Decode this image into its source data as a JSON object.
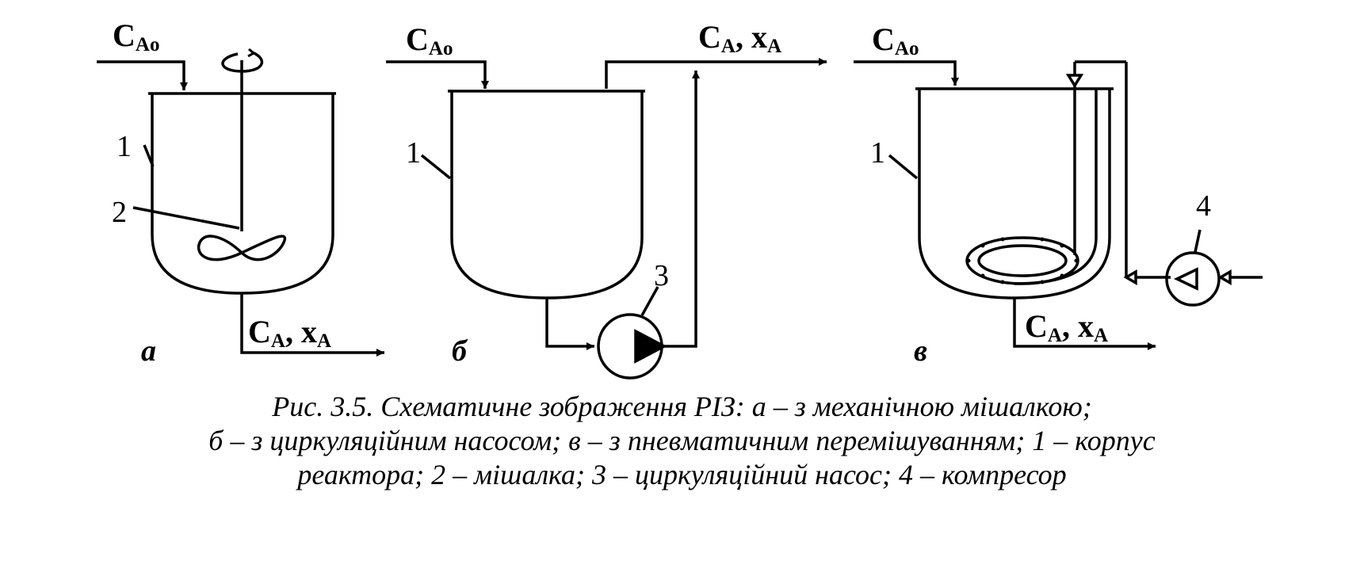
{
  "diagrams": [
    {
      "panel": "а",
      "inlet": {
        "main": "C",
        "sub": "Ao"
      },
      "outlet": {
        "c": "C",
        "c_sub": "A",
        "sep": ", ",
        "x": "x",
        "x_sub": "A"
      },
      "callouts": [
        "1",
        "2"
      ]
    },
    {
      "panel": "б",
      "inlet": {
        "main": "C",
        "sub": "Ao"
      },
      "outlet": {
        "c": "C",
        "c_sub": "A",
        "sep": ", ",
        "x": "x",
        "x_sub": "A"
      },
      "callouts": [
        "1",
        "3"
      ]
    },
    {
      "panel": "в",
      "inlet": {
        "main": "C",
        "sub": "Ao"
      },
      "outlet": {
        "c": "C",
        "c_sub": "A",
        "sep": ", ",
        "x": "x",
        "x_sub": "A"
      },
      "callouts": [
        "1",
        "4"
      ]
    }
  ],
  "caption": [
    "Рис. 3.5. Схематичне зображення РІЗ: а – з механічною мішалкою;",
    "б – з циркуляційним насосом; в – з пневматичним перемішуванням; 1 – корпус",
    "реактора; 2 – мішалка; 3 – циркуляційний насос; 4 – компресор"
  ],
  "colors": {
    "ink": "#000000",
    "background": "#ffffff"
  }
}
